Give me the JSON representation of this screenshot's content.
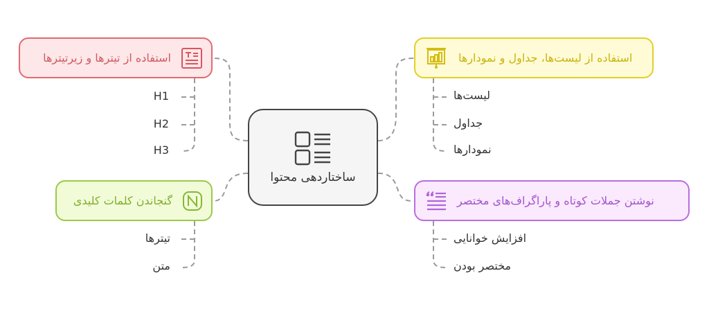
{
  "center": {
    "label": "ساختاردهی محتوا",
    "icon": "checklist-icon"
  },
  "branches": [
    {
      "id": "headings",
      "label": "استفاده از تیترها و زیرتیترها",
      "icon": "heading-text-icon",
      "color": "#e06b72",
      "fill": "#fde7e8",
      "children": [
        "H1",
        "H2",
        "H3"
      ]
    },
    {
      "id": "lists",
      "label": "استفاده از لیست‌ها، جداول و نمودارها",
      "icon": "presentation-chart-icon",
      "color": "#e2cf2a",
      "fill": "#fffbd6",
      "children": [
        "لیست‌ها",
        "جداول",
        "نمودارها"
      ]
    },
    {
      "id": "keywords",
      "label": "گنجاندن کلمات کلیدی",
      "icon": "n-logo-icon",
      "color": "#9bc94a",
      "fill": "#f2fbd8",
      "children": [
        "تیترها",
        "متن"
      ]
    },
    {
      "id": "short",
      "label": "نوشتن جملات کوتاه و پاراگراف‌های مختصر",
      "icon": "quote-lines-icon",
      "color": "#b86ee0",
      "fill": "#fbe9fd",
      "children": [
        "افزایش خوانایی",
        "مختصر بودن"
      ]
    }
  ]
}
